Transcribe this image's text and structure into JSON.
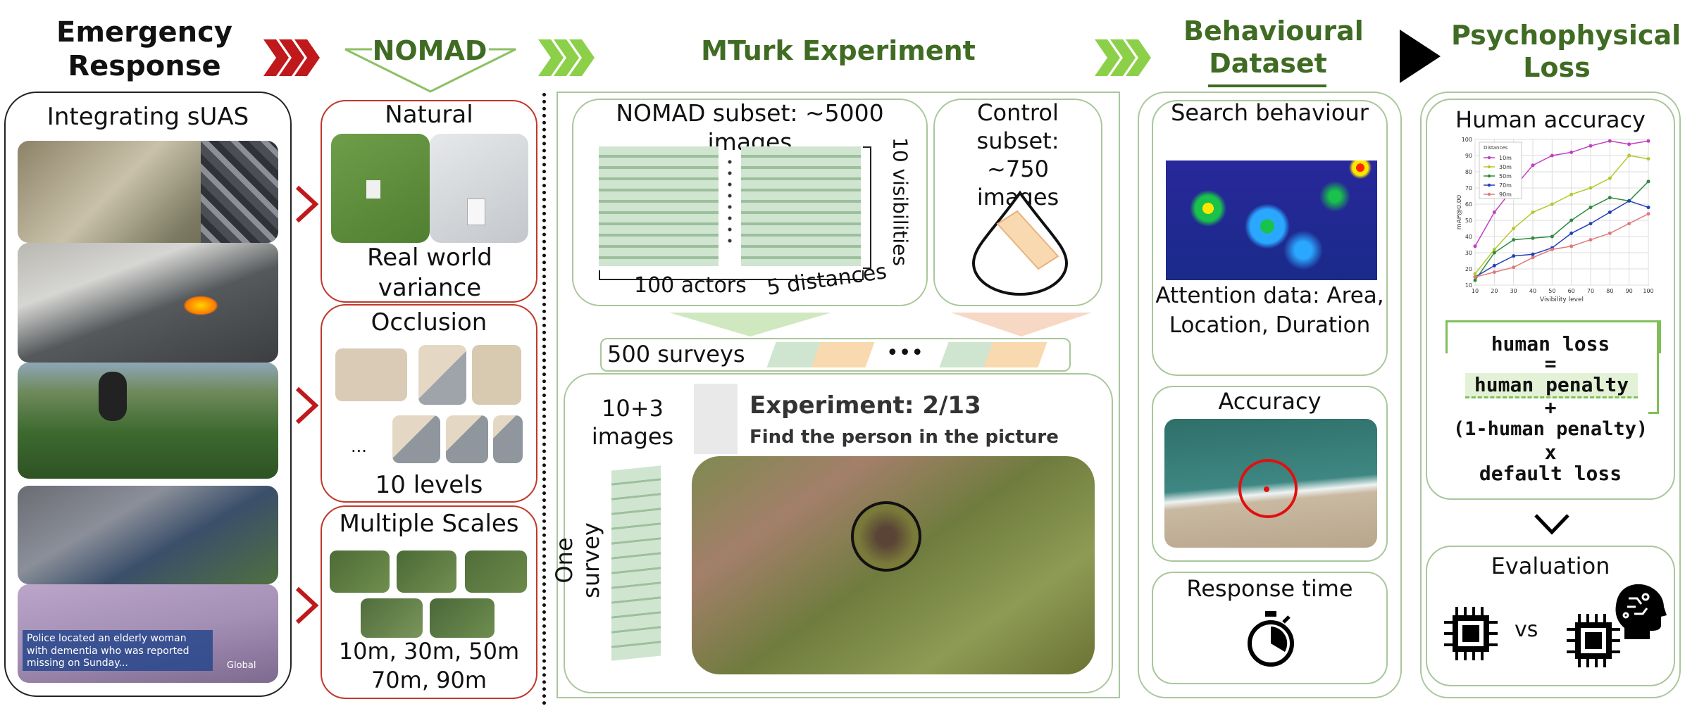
{
  "stages": {
    "emergency": "Emergency Response",
    "nomad": "NOMAD",
    "mturk": "MTurk Experiment",
    "behavioural": "Behavioural Dataset",
    "psychophysical": "Psychophysical Loss"
  },
  "emergency_panel": {
    "title": "Integrating sUAS",
    "news_caption": "Police located an elderly woman with dementia who was reported missing on Sunday...",
    "news_logo": "Global"
  },
  "nomad_panel": {
    "natural_title": "Natural",
    "natural_caption": "Real world variance",
    "occlusion_title": "Occlusion",
    "occlusion_ellipsis": "...",
    "occlusion_caption": "10 levels",
    "scales_title": "Multiple Scales",
    "scales_caption_line1": "10m, 30m, 50m",
    "scales_caption_line2": "70m, 90m"
  },
  "mturk_panel": {
    "nomad_subset": "NOMAD subset: ~5000 images",
    "actors_label": "100 actors",
    "distances_label": "5 distances",
    "visibilities_label": "10 visibilities",
    "control_subset": "Control subset: ~750 images",
    "surveys_label": "500 surveys",
    "survey_dots": "•••",
    "images_label": "10+3 images",
    "one_survey": "One survey",
    "experiment_title": "Experiment: 2/13",
    "experiment_prompt": "Find the person in the picture"
  },
  "behavioural_panel": {
    "search_title": "Search behaviour",
    "attention_caption": "Attention data: Area, Location, Duration",
    "accuracy_title": "Accuracy",
    "response_title": "Response time"
  },
  "loss_panel": {
    "human_accuracy_title": "Human accuracy",
    "formula": {
      "line1": "human loss",
      "line2": "=",
      "line3": "human penalty",
      "line4": "+",
      "line5": "(1-human penalty)",
      "line6": "x",
      "line7": "default loss"
    },
    "evaluation_title": "Evaluation",
    "vs_label": "vs"
  },
  "colors": {
    "green_dark": "#3f6b23",
    "green_light": "#a9c79b",
    "arrow_red": "#c0191b",
    "arrow_green": "#8cd04a"
  },
  "chart_data": {
    "type": "line",
    "x": [
      10,
      20,
      30,
      40,
      50,
      60,
      70,
      80,
      90,
      100
    ],
    "xlabel": "Visibility level",
    "ylabel": "mAP@0.00",
    "ylim": [
      10,
      100
    ],
    "legend_title": "Distances",
    "legend_position": "top-left",
    "grid": true,
    "yticks": [
      10,
      20,
      30,
      40,
      50,
      60,
      70,
      80,
      90,
      100
    ],
    "xticks": [
      10,
      20,
      30,
      40,
      50,
      60,
      70,
      80,
      90,
      100
    ],
    "series": [
      {
        "name": "10m",
        "color": "#c13fc1",
        "values": [
          34,
          55,
          70,
          84,
          90,
          92,
          96,
          99,
          97,
          99
        ]
      },
      {
        "name": "30m",
        "color": "#b5c82c",
        "values": [
          17,
          32,
          45,
          55,
          60,
          66,
          70,
          76,
          90,
          88
        ]
      },
      {
        "name": "50m",
        "color": "#2e8b3e",
        "values": [
          13,
          30,
          38,
          39,
          40,
          50,
          58,
          64,
          62,
          74
        ]
      },
      {
        "name": "70m",
        "color": "#2140b8",
        "values": [
          15,
          22,
          28,
          29,
          33,
          42,
          48,
          55,
          62,
          58
        ]
      },
      {
        "name": "90m",
        "color": "#e07a7a",
        "values": [
          15,
          18,
          21,
          27,
          32,
          34,
          38,
          42,
          48,
          54
        ]
      }
    ]
  }
}
